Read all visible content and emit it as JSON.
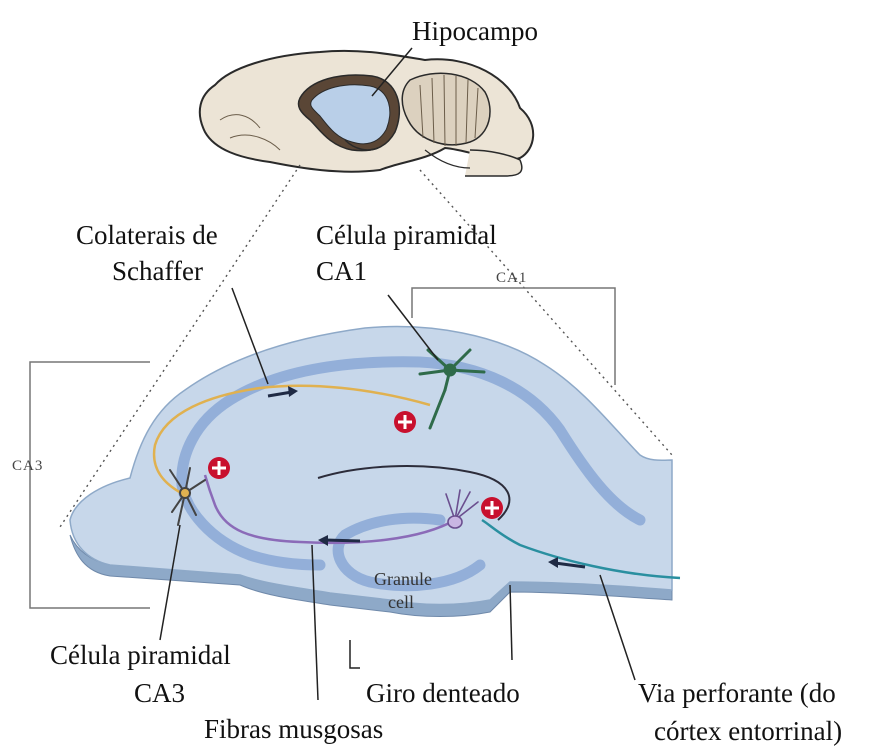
{
  "labels": {
    "hipocampo": "Hipocampo",
    "colaterais_line1": "Colaterais de",
    "colaterais_line2": "Schaffer",
    "ca1_cell_line1": "Célula piramidal",
    "ca1_cell_line2": "CA1",
    "ca1_region": "CA1",
    "ca3_region": "CA3",
    "ca3_cell_line1": "Célula piramidal",
    "ca3_cell_line2": "CA3",
    "granule_line1": "Granule",
    "granule_line2": "cell",
    "giro": "Giro denteado",
    "fibras": "Fibras musgosas",
    "via_line1": "Via perforante (do",
    "via_line2": "córtex entorrinal)"
  },
  "colors": {
    "tissue": "#c7d7ea",
    "tissue_edge": "#8ea9c8",
    "cell_layer": "#7f9fd0",
    "schaffer": "#e0b150",
    "mossy": "#8b6bb8",
    "perforant": "#2a8fa0",
    "ca1_neuron": "#2f6b4a",
    "excitatory": "#c8102e",
    "brain_fill": "#ece4d6",
    "hippocampus": "#b9cfe8"
  }
}
